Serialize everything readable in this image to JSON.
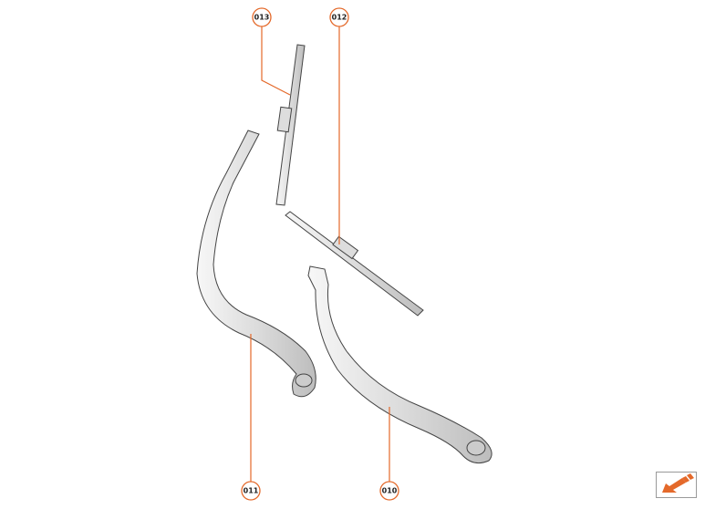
{
  "diagram": {
    "callouts": [
      {
        "label": "013",
        "part": "wiper-blade-small"
      },
      {
        "label": "012",
        "part": "wiper-blade-large"
      },
      {
        "label": "011",
        "part": "wiper-arm-left"
      },
      {
        "label": "010",
        "part": "wiper-arm-right"
      }
    ]
  },
  "colors": {
    "accent": "#e4692a",
    "part_fill": "#e6e6e6",
    "part_stroke": "#444444"
  },
  "navigation": {
    "icon": "arrow-back-icon"
  }
}
